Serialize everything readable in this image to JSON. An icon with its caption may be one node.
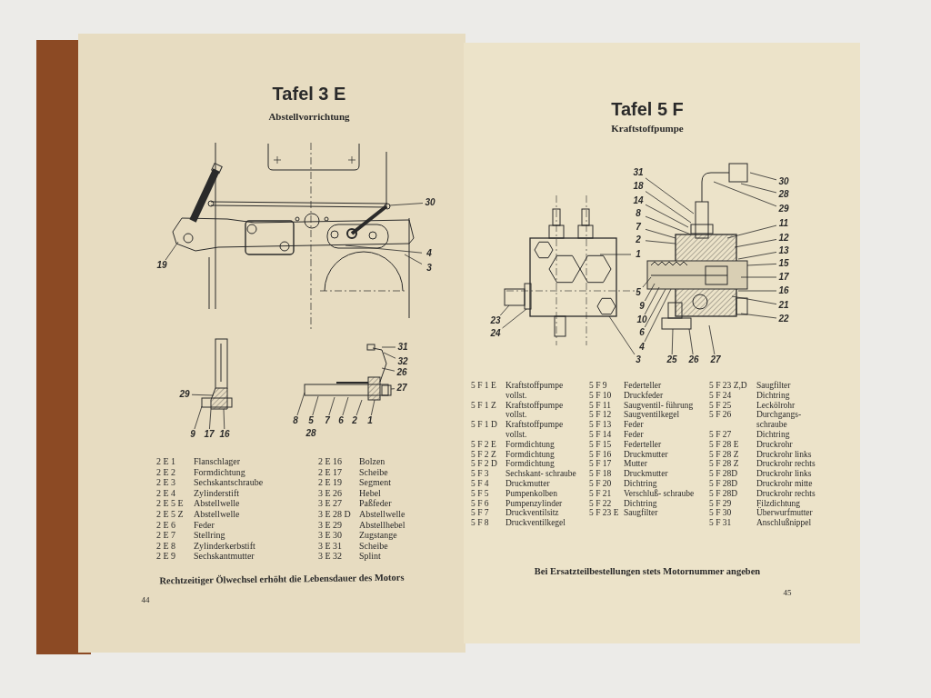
{
  "diagram": {
    "nodes": [
      {
        "text": [
          "30"
        ]
      },
      {
        "text": [
          "4"
        ]
      },
      {
        "text": [
          "3"
        ]
      },
      {
        "text": [
          "19"
        ]
      },
      {
        "text": [
          "31"
        ]
      },
      {
        "text": [
          "32"
        ]
      },
      {
        "text": [
          "26"
        ]
      },
      {
        "text": [
          "27"
        ]
      },
      {
        "text": [
          "29"
        ]
      },
      {
        "text": [
          "9"
        ]
      },
      {
        "text": [
          "17"
        ]
      },
      {
        "text": [
          "16"
        ]
      },
      {
        "text": [
          "8"
        ]
      },
      {
        "text": [
          "5"
        ]
      },
      {
        "text": [
          "7"
        ]
      },
      {
        "text": [
          "6"
        ]
      },
      {
        "text": [
          "2"
        ]
      },
      {
        "text": [
          "1"
        ]
      },
      {
        "text": [
          "31"
        ]
      },
      {
        "text": [
          "30"
        ]
      },
      {
        "text": [
          "18"
        ]
      },
      {
        "text": [
          "28"
        ]
      },
      {
        "text": [
          "14"
        ]
      },
      {
        "text": [
          "29"
        ]
      },
      {
        "text": [
          "8"
        ]
      },
      {
        "text": [
          "11"
        ]
      },
      {
        "text": [
          "7"
        ]
      },
      {
        "text": [
          "12"
        ]
      },
      {
        "text": [
          "2"
        ]
      },
      {
        "text": [
          "13"
        ]
      },
      {
        "text": [
          "1"
        ]
      },
      {
        "text": [
          "15"
        ]
      },
      {
        "text": [
          "17"
        ]
      },
      {
        "text": [
          "16"
        ]
      },
      {
        "text": [
          "5"
        ]
      },
      {
        "text": [
          "21"
        ]
      },
      {
        "text": [
          "9"
        ]
      },
      {
        "text": [
          "22"
        ]
      },
      {
        "text": [
          "10"
        ]
      },
      {
        "text": [
          "23"
        ]
      },
      {
        "text": [
          "6"
        ]
      },
      {
        "text": [
          "24"
        ]
      },
      {
        "text": [
          "4"
        ]
      },
      {
        "text": [
          "3"
        ]
      },
      {
        "text": [
          "25"
        ]
      },
      {
        "text": [
          "26"
        ]
      },
      {
        "text": [
          "27"
        ]
      },
      {
        "text": [],
        "shape": "picture"
      },
      {
        "text": [],
        "shape": "picture"
      },
      {
        "text": [],
        "shape": "picture"
      },
      {
        "text": [],
        "shape": "picture"
      },
      {
        "text": [],
        "shape": "picture"
      }
    ],
    "edges": [
      {
        "from": 0,
        "to": 47,
        "arrow": "none"
      },
      {
        "from": 1,
        "to": 47,
        "arrow": "none"
      },
      {
        "from": 2,
        "to": 47,
        "arrow": "none"
      },
      {
        "from": 3,
        "to": 47,
        "arrow": "none"
      },
      {
        "from": 4,
        "to": 49,
        "arrow": "none"
      },
      {
        "from": 5,
        "to": 49,
        "arrow": "none"
      },
      {
        "from": 6,
        "to": 49,
        "arrow": "none"
      },
      {
        "from": 7,
        "to": 49,
        "arrow": "none"
      },
      {
        "from": 8,
        "to": 48,
        "arrow": "none"
      },
      {
        "from": 9,
        "to": 48,
        "arrow": "none"
      },
      {
        "from": 10,
        "to": 48,
        "arrow": "none"
      },
      {
        "from": 11,
        "to": 48,
        "arrow": "none"
      },
      {
        "from": 12,
        "to": 49,
        "arrow": "none"
      },
      {
        "from": 13,
        "to": 49,
        "arrow": "none"
      },
      {
        "from": 14,
        "to": 49,
        "arrow": "none"
      },
      {
        "from": 15,
        "to": 49,
        "arrow": "none"
      },
      {
        "from": 16,
        "to": 49,
        "arrow": "none"
      },
      {
        "from": 17,
        "to": 49,
        "arrow": "none"
      },
      {
        "from": 18,
        "to": 51,
        "arrow": "none"
      },
      {
        "from": 19,
        "to": 51,
        "arrow": "none"
      },
      {
        "from": 20,
        "to": 51,
        "arrow": "none"
      },
      {
        "from": 21,
        "to": 51,
        "arrow": "none"
      },
      {
        "from": 22,
        "to": 51,
        "arrow": "none"
      },
      {
        "from": 23,
        "to": 51,
        "arrow": "none"
      },
      {
        "from": 24,
        "to": 51,
        "arrow": "none"
      },
      {
        "from": 25,
        "to": 51,
        "arrow": "none"
      },
      {
        "from": 26,
        "to": 51,
        "arrow": "none"
      },
      {
        "from": 27,
        "to": 51,
        "arrow": "none"
      },
      {
        "from": 28,
        "to": 51,
        "arrow": "none"
      },
      {
        "from": 29,
        "to": 51,
        "arrow": "none"
      },
      {
        "from": 30,
        "to": 50,
        "arrow": "none"
      },
      {
        "from": 31,
        "to": 51,
        "arrow": "none"
      },
      {
        "from": 32,
        "to": 51,
        "arrow": "none"
      },
      {
        "from": 33,
        "to": 51,
        "arrow": "none"
      },
      {
        "from": 34,
        "to": 51,
        "arrow": "none"
      },
      {
        "from": 35,
        "to": 51,
        "arrow": "none"
      },
      {
        "from": 36,
        "to": 51,
        "arrow": "none"
      },
      {
        "from": 37,
        "to": 51,
        "arrow": "none"
      },
      {
        "from": 38,
        "to": 51,
        "arrow": "none"
      },
      {
        "from": 39,
        "to": 50,
        "arrow": "none"
      },
      {
        "from": 40,
        "to": 51,
        "arrow": "none"
      },
      {
        "from": 41,
        "to": 50,
        "arrow": "none"
      },
      {
        "from": 42,
        "to": 51,
        "arrow": "none"
      },
      {
        "from": 43,
        "to": 50,
        "arrow": "none"
      },
      {
        "from": 44,
        "to": 51,
        "arrow": "none"
      },
      {
        "from": 45,
        "to": 51,
        "arrow": "none"
      },
      {
        "from": 46,
        "to": 51,
        "arrow": "none"
      }
    ],
    "labels": [
      "Tafel 3 E",
      "Abstellvorrichtung",
      "28",
      "2 E 1",
      "Flanschlager",
      "2 E 16",
      "Bolzen",
      "2 E 2",
      "Formdichtung",
      "2 E 17",
      "Scheibe",
      "2 E 3",
      "Sechskantschraube",
      "2 E 19",
      "Segment",
      "2 E 4",
      "Zylinderstift",
      "3 E 26",
      "Hebel",
      "2 E 5 E",
      "Abstellwelle",
      "3 E 27",
      "Paßfeder",
      "2 E 5 Z",
      "Abstellwelle",
      "3 E 28 D",
      "Abstellwelle",
      "2 E 6",
      "Feder",
      "3 E 29",
      "Abstellhebel",
      "2 E 7",
      "Stellring",
      "3 E 30",
      "Zugstange",
      "2 E 8",
      "Zylinderkerbstift",
      "3 E 31",
      "Scheibe",
      "2 E 9",
      "Sechskantmutter",
      "3 E 32",
      "Splint",
      "Rechtzeitiger Ölwechsel erhöht die Lebensdauer des Motors",
      "44",
      "Tafel 5 F",
      "Kraftstoffpumpe",
      "5 F 1 E",
      "Kraftstoffpumpe vollst.",
      "5 F 1 Z",
      "Kraftstoffpumpe vollst.",
      "5 F 1 D",
      "Kraftstoffpumpe vollst.",
      "5 F 2 E",
      "Formdichtung",
      "5 F 2 Z",
      "Formdichtung",
      "5 F 2 D",
      "Formdichtung",
      "5 F 3",
      "Sechskant- schraube",
      "5 F 4",
      "Druckmutter",
      "5 F 5",
      "Pumpenkolben",
      "5 F 6",
      "Pumpenzylinder",
      "5 F 7",
      "Druckventilsitz",
      "5 F 8",
      "Druckventilkegel",
      "5 F 9",
      "Federteller",
      "5 F 10",
      "Druckfeder",
      "5 F 11",
      "Saugventil- führung",
      "5 F 12",
      "Saugventilkegel",
      "5 F 13",
      "Feder",
      "5 F 14",
      "Feder",
      "5 F 15",
      "Federteller",
      "5 F 16",
      "Druckmutter",
      "5 F 17",
      "Mutter",
      "5 F 18",
      "Druckmutter",
      "5 F 20",
      "Dichtring",
      "5 F 21",
      "Verschluß- schraube",
      "5 F 22",
      "Dichtring",
      "5 F 23 E",
      "Saugfilter",
      "5 F 23 Z,D",
      "Saugfilter",
      "5 F 24",
      "Dichtring",
      "5 F 25",
      "Leckölrohr",
      "5 F 26",
      "Durchgangs- schraube",
      "5 F 27",
      "Dichtring",
      "5 F 28 E",
      "Druckrohr",
      "5 F 28 Z",
      "Druckrohr links",
      "5 F 28 Z",
      "Druckrohr rechts",
      "5 F 28D",
      "Druckrohr links",
      "5 F 28D",
      "Druckrohr mitte",
      "5 F 28D",
      "Druckrohr rechts",
      "5 F 29",
      "Filzdichtung",
      "5 F 30",
      "Überwurfmutter",
      "5 F 31",
      "Anschlußnippel",
      "Bei Ersatzteilbestellungen stets Motornummer angeben",
      "45"
    ]
  }
}
